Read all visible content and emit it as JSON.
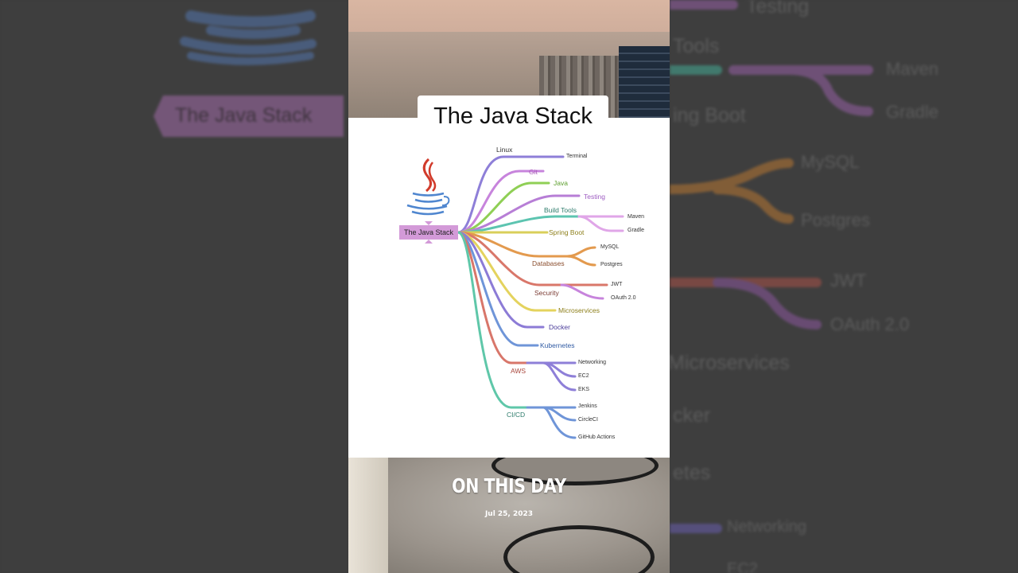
{
  "card": {
    "title": "The Java Stack",
    "root_label": "The Java Stack"
  },
  "branches": [
    {
      "label": "Linux",
      "color": "#8e7fd8"
    },
    {
      "label": "Git",
      "color": "#c784dc"
    },
    {
      "label": "Java",
      "color": "#8fcf55"
    },
    {
      "label": "Testing",
      "color": "#b77ed6"
    },
    {
      "label": "Build Tools",
      "color": "#5cc4b0"
    },
    {
      "label": "Spring Boot",
      "color": "#d9cf5a"
    },
    {
      "label": "Databases",
      "color": "#e39a4e"
    },
    {
      "label": "Security",
      "color": "#d9776a"
    },
    {
      "label": "Microservices",
      "color": "#e4d35e"
    },
    {
      "label": "Docker",
      "color": "#8c7bd6"
    },
    {
      "label": "Kubernetes",
      "color": "#6f95d8"
    },
    {
      "label": "AWS",
      "color": "#d8766a"
    },
    {
      "label": "CI/CD",
      "color": "#5fc7a9"
    }
  ],
  "leaves": {
    "linux": [
      "Terminal"
    ],
    "build_tools": [
      "Maven",
      "Gradle"
    ],
    "databases": [
      "MySQL",
      "Postgres"
    ],
    "security": [
      "JWT",
      "OAuth 2.0"
    ],
    "aws": [
      "Networking",
      "EC2",
      "EKS"
    ],
    "ci_cd": [
      "Jenkins",
      "CircleCI",
      "GitHub Actions"
    ]
  },
  "overlay": {
    "title": "ON THIS DAY",
    "date": "Jul 25, 2023"
  },
  "background_left": {
    "root_label": "The Java Stack"
  },
  "background_right": {
    "labels": [
      "Testing",
      "Tools",
      "Maven",
      "Gradle",
      "ing Boot",
      "MySQL",
      "Postgres",
      "JWT",
      "OAuth 2.0",
      "Microservices",
      "cker",
      "etes",
      "Networking",
      "EC2"
    ]
  }
}
